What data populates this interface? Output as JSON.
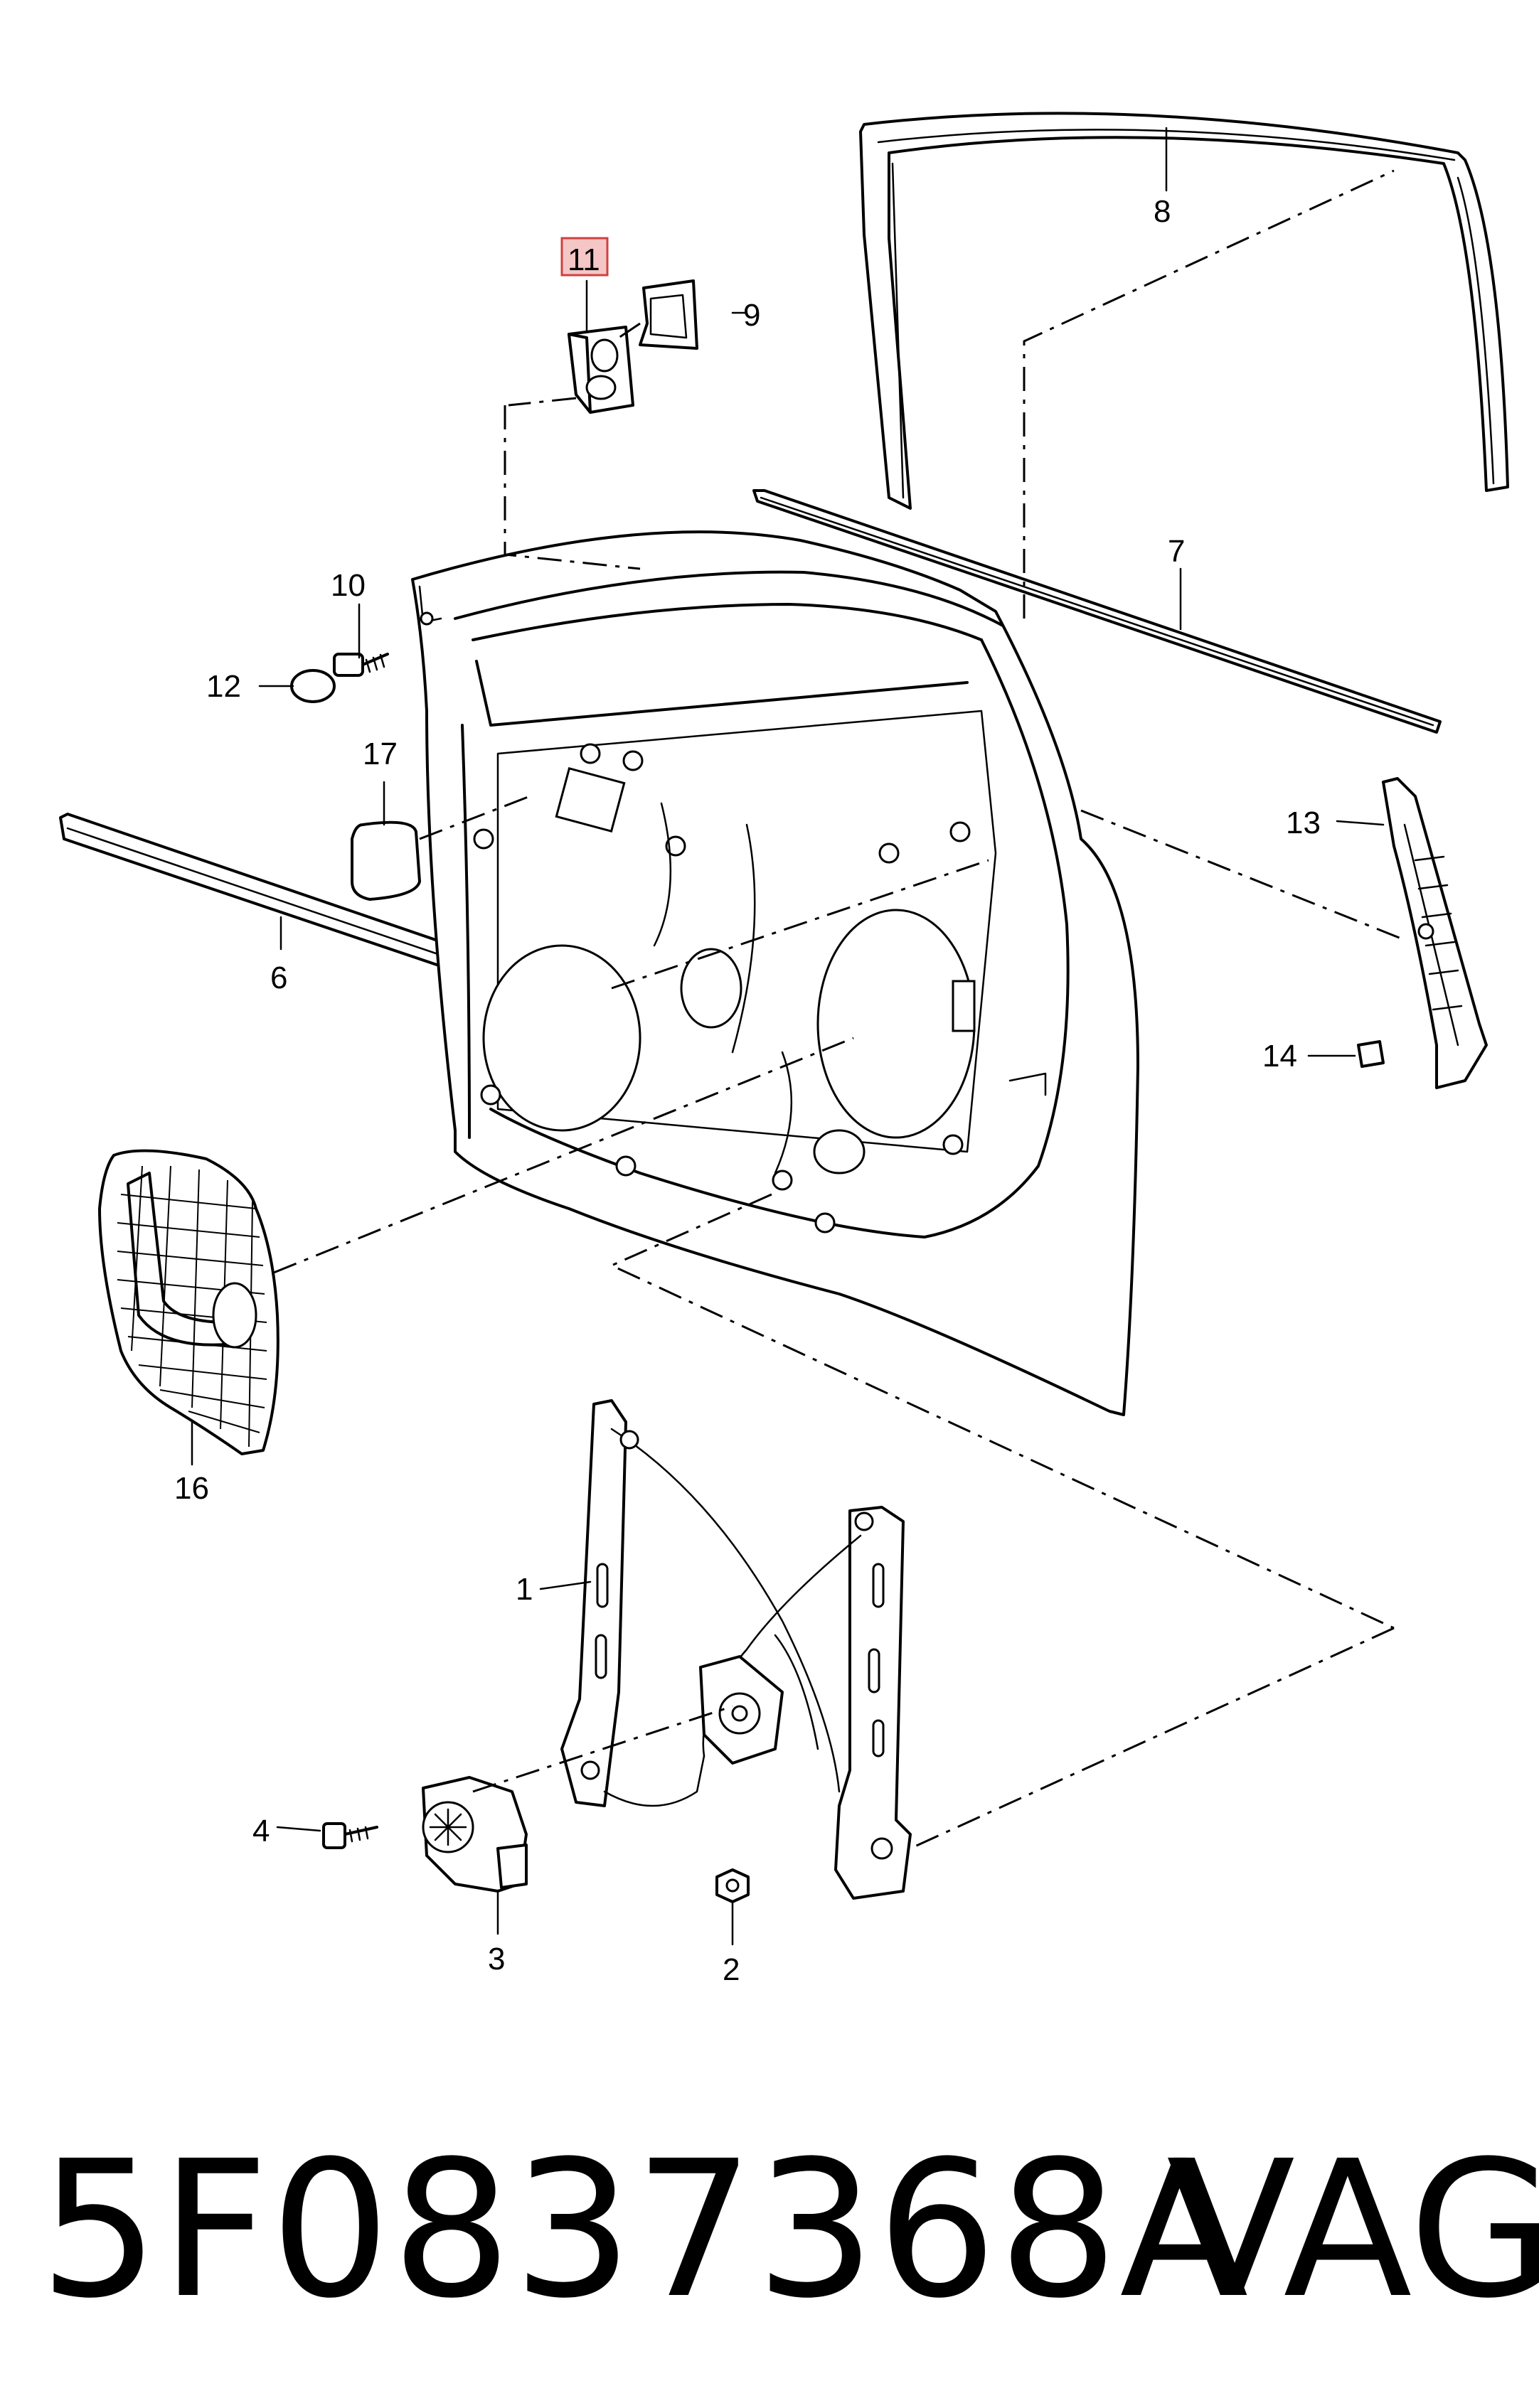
{
  "callouts": {
    "c1": "1",
    "c2": "2",
    "c3": "3",
    "c4": "4",
    "c6": "6",
    "c7": "7",
    "c8": "8",
    "c9": "9",
    "c10": "10",
    "c11": "11",
    "c12": "12",
    "c13": "13",
    "c14": "14",
    "c16": "16",
    "c17": "17"
  },
  "highlighted_part": "11",
  "highlight_color": "#f5c6c6",
  "footer": {
    "part_number": "5F0837368A",
    "brand": "VAG"
  }
}
